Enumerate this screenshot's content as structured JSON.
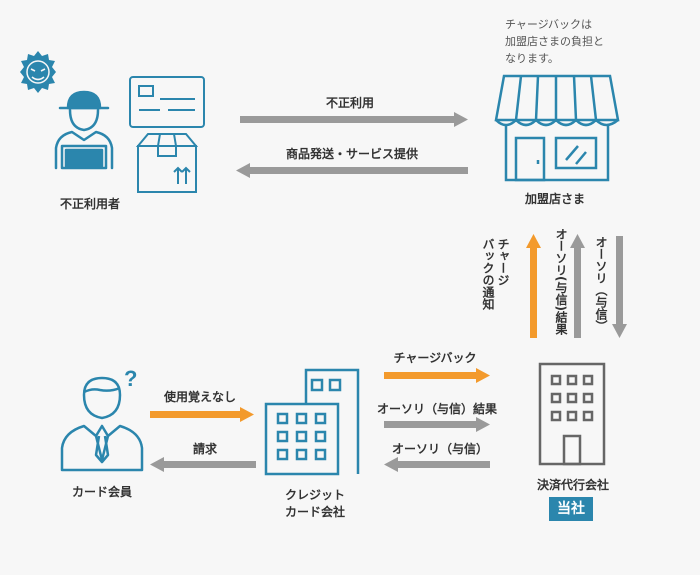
{
  "nodes": {
    "fraud_user": "不正利用者",
    "merchant": "加盟店さま",
    "merchant_note": [
      "チャージバックは",
      "加盟店さまの負担と",
      "なります。"
    ],
    "card_member": "カード会員",
    "credit_company": [
      "クレジット",
      "カード会社"
    ],
    "agency": "決済代行会社",
    "agency_badge": "当社"
  },
  "arrows": {
    "fraud_use": "不正利用",
    "shipping": "商品発送・サービス提供",
    "chargeback_notice": [
      "チャージ",
      "バックの通知"
    ],
    "auth_result_up": "オーソリ(与信)結果",
    "auth_down": "オーソリ（与信）",
    "unrecognized": "使用覚えなし",
    "billing": "請求",
    "chargeback": "チャージバック",
    "auth_result_right": "オーソリ（与信）結果",
    "auth_left": "オーソリ（与信）"
  },
  "colors": {
    "icon": "#2b86ad",
    "grey_arrow": "#9a9a9a",
    "orange_arrow": "#f39a2c",
    "background": "#f7f7f7"
  }
}
